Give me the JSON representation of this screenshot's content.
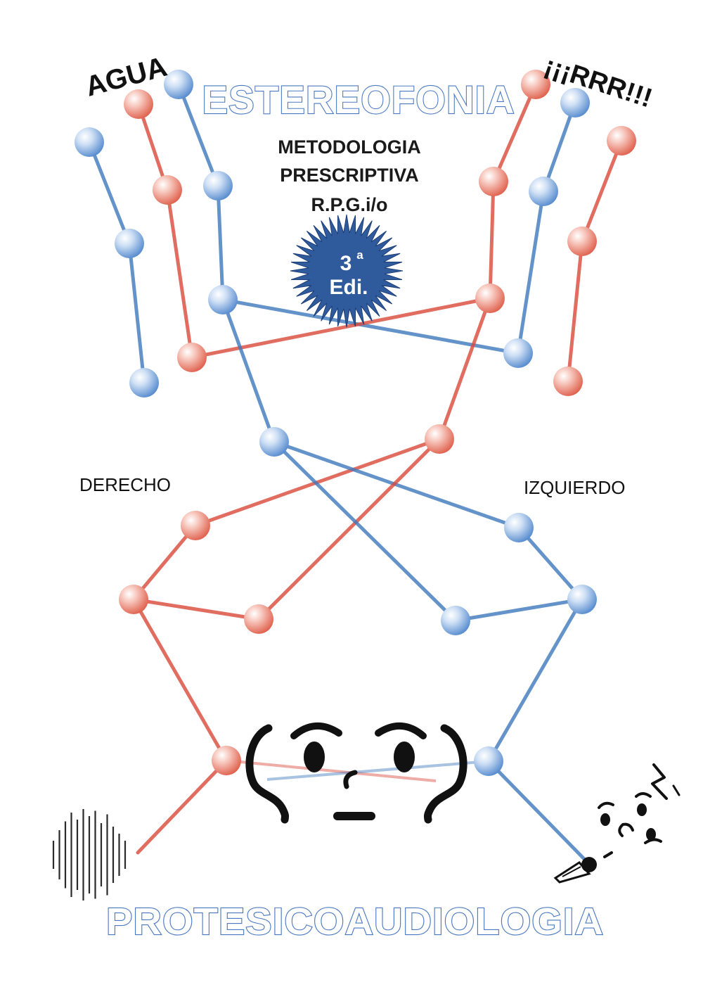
{
  "cover": {
    "top_title": "ESTEREOFONIA",
    "subtitle_lines": [
      "METODOLOGIA",
      "PRESCRIPTIVA",
      "R.P.G.i/o"
    ],
    "badge": {
      "line1": "3",
      "superscript": "a",
      "line2": "Edi."
    },
    "left_word": "AGUA",
    "right_word": "¡¡¡RRR!!!",
    "left_side_label": "DERECHO",
    "right_side_label": "IZQUIERDO",
    "bottom_title": "PROTESICOAUDIOLOGIA"
  },
  "colors": {
    "red_node": "#e8705f",
    "blue_node": "#5e8fd0",
    "red_line": "#d9483a",
    "blue_line": "#3d78bd",
    "title_outline": "#4a78c2",
    "badge_fill": "#2f5a9c"
  },
  "icons": [
    "sound-wave-icon",
    "face-ears-icon",
    "singing-face-icon",
    "microphone-icon",
    "starburst-badge-icon"
  ]
}
